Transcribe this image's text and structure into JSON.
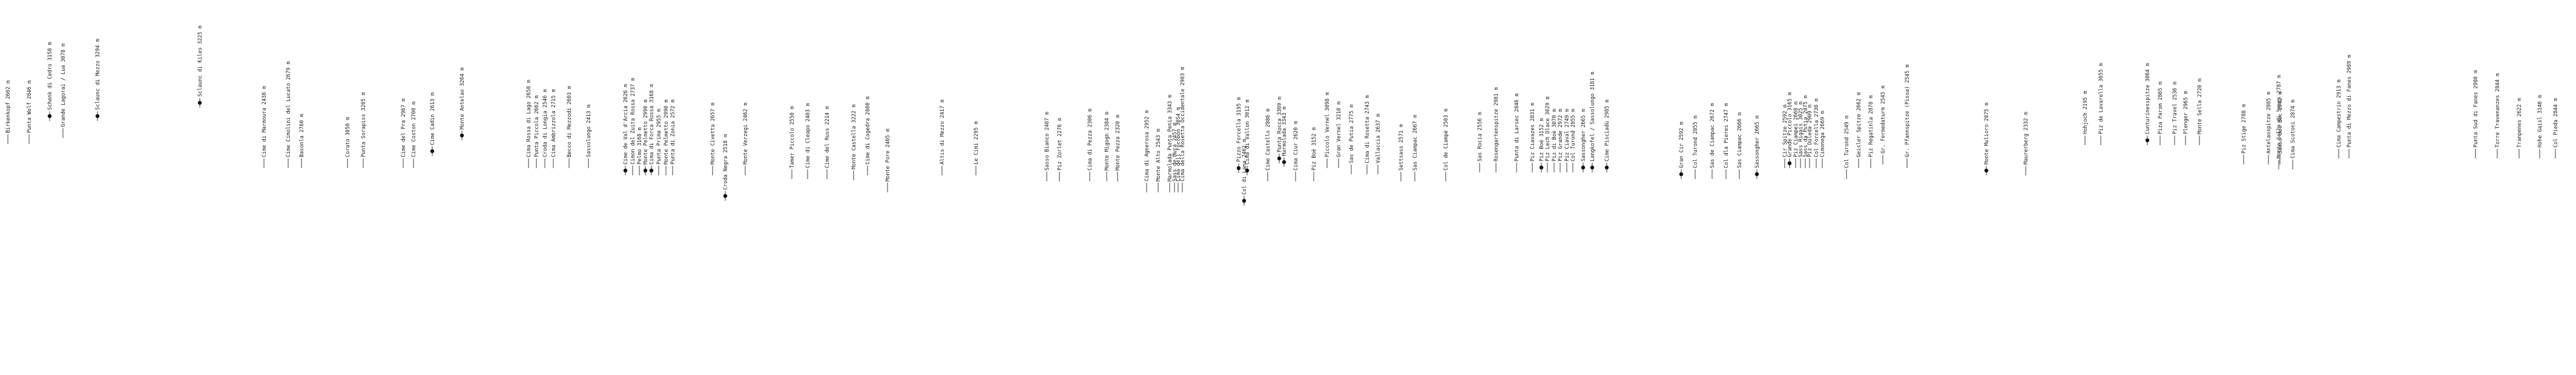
{
  "peaks": [
    {
      "name": "Birkenkopf",
      "elevation": "2602 m",
      "major": false
    },
    {
      "name": "Punta Wolf",
      "elevation": "2846 m",
      "major": false
    },
    {
      "name": "Schenk di Cedro",
      "elevation": "3158 m",
      "major": true
    },
    {
      "name": "Grande Lagorai / Lua",
      "elevation": "3078 m",
      "major": false
    },
    {
      "name": "Sclaunc di Mezzo",
      "elevation": "3294 m",
      "major": true
    },
    {
      "name": "Sclaunc di Kiles",
      "elevation": "3225 m",
      "major": true
    },
    {
      "name": "Cime di Marmoura",
      "elevation": "2438 m",
      "major": false
    },
    {
      "name": "Cime Cimolini del Lucato",
      "elevation": "2679 m",
      "major": false
    },
    {
      "name": "Basonla",
      "elevation": "2760 m",
      "major": false
    },
    {
      "name": "Corato",
      "elevation": "3050 m",
      "major": false
    },
    {
      "name": "Punta Sorapiss",
      "elevation": "3205 m",
      "major": false
    },
    {
      "name": "Cime del Pra",
      "elevation": "2967 m",
      "major": false
    },
    {
      "name": "Cime Coston",
      "elevation": "2700 m",
      "major": false
    },
    {
      "name": "Cime Cadin",
      "elevation": "2613 m",
      "major": true
    },
    {
      "name": "Monte Antelao",
      "elevation": "3264 m",
      "major": true
    },
    {
      "name": "Cima Rossa di Lago",
      "elevation": "2658 m",
      "major": false
    },
    {
      "name": "Punta Piccola",
      "elevation": "2662 m",
      "major": false
    },
    {
      "name": "Croda di Longia",
      "elevation": "2546 m",
      "major": false
    },
    {
      "name": "Cima Ambrizzola",
      "elevation": "2715 m",
      "major": false
    },
    {
      "name": "Becco di Mezzodì",
      "elevation": "2603 m",
      "major": false
    },
    {
      "name": "Sassolungo",
      "elevation": "2413 m",
      "major": false
    },
    {
      "name": "Cime de Val d'Arcia",
      "elevation": "2626 m",
      "major": true
    },
    {
      "name": "Cimon del Zuita Rossa",
      "elevation": "2737 m",
      "major": false
    },
    {
      "name": "Pelmo",
      "elevation": "3168 m",
      "major": false
    },
    {
      "name": "Monte Pelmetto",
      "elevation": "2990 m",
      "major": true
    },
    {
      "name": "Cima di Forca Rossa",
      "elevation": "3168 m",
      "major": true
    },
    {
      "name": "Punta Prima",
      "elevation": "2955 m",
      "major": false
    },
    {
      "name": "Monte Pelmetto",
      "elevation": "2990 m",
      "major": false
    },
    {
      "name": "Punta di Zonia",
      "elevation": "2572 m",
      "major": false
    },
    {
      "name": "Monte Civetta",
      "elevation": "2657 m",
      "major": false
    },
    {
      "name": "Croda Negra",
      "elevation": "2518 m",
      "major": true
    },
    {
      "name": "Monte Verzegi",
      "elevation": "2462 m",
      "major": false
    },
    {
      "name": "Tamer Piccolo",
      "elevation": "2550 m",
      "major": false
    },
    {
      "name": "Cime di Cleapo",
      "elevation": "2403 m",
      "major": false
    },
    {
      "name": "Cime del Russ",
      "elevation": "2214 m",
      "major": false
    },
    {
      "name": "Monte Castella",
      "elevation": "3222 m",
      "major": false
    },
    {
      "name": "Cime di Cogedra",
      "elevation": "2800 m",
      "major": false
    },
    {
      "name": "Monte Pore",
      "elevation": "2405 m",
      "major": false
    },
    {
      "name": "Altis di Mezzo",
      "elevation": "2417 m",
      "major": false
    },
    {
      "name": "Le Cimi",
      "elevation": "2295 m",
      "major": false
    },
    {
      "name": "Sasso Bianco",
      "elevation": "2407 m",
      "major": false
    },
    {
      "name": "Piz Zorlet",
      "elevation": "2276 m",
      "major": false
    },
    {
      "name": "Cima di Pezza",
      "elevation": "2306 m",
      "major": false
    },
    {
      "name": "Monte Migogn",
      "elevation": "2384 m",
      "major": false
    },
    {
      "name": "Monte Pezza",
      "elevation": "2320 m",
      "major": false
    },
    {
      "name": "Cima di Agnerosa",
      "elevation": "2952 m",
      "major": false
    },
    {
      "name": "Monte Alto",
      "elevation": "2543 m",
      "major": false
    },
    {
      "name": "Marmolada Punta Penia",
      "elevation": "3343 m",
      "major": false
    },
    {
      "name": "Sass de Mura",
      "elevation": "2457 m",
      "major": false
    },
    {
      "name": "Cima dell Focobon",
      "elevation": "3054 m",
      "major": false
    },
    {
      "name": "Cima della Rosetta Occidentale",
      "elevation": "2903 m",
      "major": false
    },
    {
      "name": "Pizzo Forcella",
      "elevation": "3195 m",
      "major": true
    },
    {
      "name": "Cima di Vallon",
      "elevation": "3012 m",
      "major": true
    },
    {
      "name": "Col di Lana",
      "elevation": "2462 m",
      "major": true
    },
    {
      "name": "Cime Castello",
      "elevation": "2886 m",
      "major": false
    },
    {
      "name": "Punta Rocca",
      "elevation": "3309 m",
      "major": true
    },
    {
      "name": "Marmolada",
      "elevation": "3343 m",
      "major": true
    },
    {
      "name": "Cima Ciur",
      "elevation": "2620 m",
      "major": false
    },
    {
      "name": "Piz Boè",
      "elevation": "3152 m",
      "major": false
    },
    {
      "name": "Piccolo Vernel",
      "elevation": "3098 m",
      "major": false
    },
    {
      "name": "Gran Vernel",
      "elevation": "3210 m",
      "major": false
    },
    {
      "name": "Sas de Putia",
      "elevation": "2775 m",
      "major": false
    },
    {
      "name": "Cima di Rosetta",
      "elevation": "2743 m",
      "major": false
    },
    {
      "name": "Vallaccia",
      "elevation": "2637 m",
      "major": false
    },
    {
      "name": "Settsass",
      "elevation": "2571 m",
      "major": false
    },
    {
      "name": "Sas Ciampac",
      "elevation": "2667 m",
      "major": false
    },
    {
      "name": "Col de Ciampè",
      "elevation": "2503 m",
      "major": false
    },
    {
      "name": "Sas Rocia",
      "elevation": "2556 m",
      "major": false
    },
    {
      "name": "Rosengartenspitze",
      "elevation": "2981 m",
      "major": false
    },
    {
      "name": "Punta di Larsec",
      "elevation": "2846 m",
      "major": false
    },
    {
      "name": "Piz Ciavazes",
      "elevation": "2831 m",
      "major": false
    },
    {
      "name": "Piz Boè",
      "elevation": "3152 m",
      "major": true
    },
    {
      "name": "Piz Lech Dlace",
      "elevation": "3029 m",
      "major": false
    },
    {
      "name": "Piz di Boè",
      "elevation": "3070 m",
      "major": false
    },
    {
      "name": "Piz Grande",
      "elevation": "2972 m",
      "major": false
    },
    {
      "name": "Piz Ciaval",
      "elevation": "2749 m",
      "major": false
    },
    {
      "name": "Col Turond",
      "elevation": "2855 m",
      "major": false
    },
    {
      "name": "Sassongher",
      "elevation": "2665 m",
      "major": true
    },
    {
      "name": "Langkofel / Sassolungo",
      "elevation": "3181 m",
      "major": true
    },
    {
      "name": "Cime Pisciadù",
      "elevation": "2985 m",
      "major": true
    },
    {
      "name": "Gran Cir",
      "elevation": "2592 m",
      "major": true
    },
    {
      "name": "Col Turond",
      "elevation": "2855 m",
      "major": false
    },
    {
      "name": "Sas de Ciampac",
      "elevation": "2672 m",
      "major": false
    },
    {
      "name": "Col dla Pieres",
      "elevation": "2747 m",
      "major": false
    },
    {
      "name": "Sas Ciampac",
      "elevation": "2666 m",
      "major": false
    },
    {
      "name": "Sassongher",
      "elevation": "2665 m",
      "major": true
    },
    {
      "name": "Cir Spitze",
      "elevation": "2592 m",
      "major": false
    },
    {
      "name": "Grande Piccolo",
      "elevation": "3165 m",
      "major": true
    },
    {
      "name": "Piz Ciampei",
      "elevation": "2668 m",
      "major": false
    },
    {
      "name": "Sass Rigais",
      "elevation": "3025 m",
      "major": false
    },
    {
      "name": "Sass da Putia",
      "elevation": "2875 m",
      "major": false
    },
    {
      "name": "Piz Duleda",
      "elevation": "2909 m",
      "major": false
    },
    {
      "name": "Col Forcella",
      "elevation": "2730 m",
      "major": false
    },
    {
      "name": "Cimonega",
      "elevation": "2669 m",
      "major": false
    },
    {
      "name": "Col Turond",
      "elevation": "2549 m",
      "major": false
    },
    {
      "name": "Geisler Spitze",
      "elevation": "2662 m",
      "major": false
    },
    {
      "name": "Piz Regatinla",
      "elevation": "2870 m",
      "major": false
    },
    {
      "name": "Gr. Fermedaturm",
      "elevation": "2545 m",
      "major": false
    },
    {
      "name": "Gr. Pfannspitze (Pisoa)",
      "elevation": "2545 m",
      "major": false
    },
    {
      "name": "Monte Mulioro",
      "elevation": "2875 m",
      "major": true
    },
    {
      "name": "Maurerberg",
      "elevation": "2332 m",
      "major": false
    },
    {
      "name": "Hohjoch",
      "elevation": "2195 m",
      "major": false
    },
    {
      "name": "Piz de Lavarella",
      "elevation": "3055 m",
      "major": false
    },
    {
      "name": "Cunturinesspitze",
      "elevation": "3064 m",
      "major": true
    },
    {
      "name": "Piza Parom",
      "elevation": "2865 m",
      "major": false
    },
    {
      "name": "Piz Travel",
      "elevation": "2536 m",
      "major": false
    },
    {
      "name": "Plenger",
      "elevation": "2965 m",
      "major": false
    },
    {
      "name": "Monte Sella",
      "elevation": "2720 m",
      "major": false
    },
    {
      "name": "Piz Stige",
      "elevation": "2788 m",
      "major": false
    },
    {
      "name": "Antelaospitze",
      "elevation": "2885 m",
      "major": false
    },
    {
      "name": "Sasso del Bec",
      "elevation": "2942 m",
      "major": false
    },
    {
      "name": "Monte Sella di Senes",
      "elevation": "2787 m",
      "major": false
    },
    {
      "name": "Cima Scotoni",
      "elevation": "2874 m",
      "major": false
    },
    {
      "name": "Cima Campestrin",
      "elevation": "2913 m",
      "major": false
    },
    {
      "name": "Punta di Mezzo di Fanes",
      "elevation": "2989 m",
      "major": false
    },
    {
      "name": "Punta Sud di Fanes",
      "elevation": "2980 m",
      "major": false
    },
    {
      "name": "Torre Travenanzes",
      "elevation": "2844 m",
      "major": false
    },
    {
      "name": "Tranpenes",
      "elevation": "2622 m",
      "major": false
    },
    {
      "name": "Hohe Gaisl",
      "elevation": "3146 m",
      "major": false
    },
    {
      "name": "Col Pieda",
      "elevation": "2844 m",
      "major": false
    }
  ]
}
